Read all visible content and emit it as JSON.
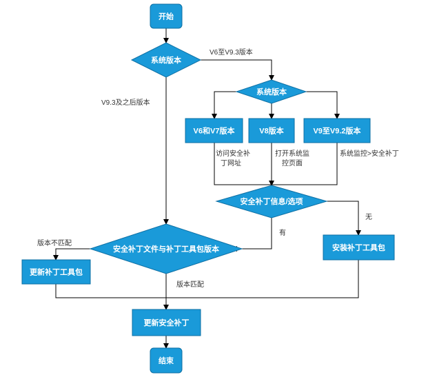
{
  "nodes": {
    "start": "开始",
    "version_check_1": "系统版本",
    "version_check_2": "系统版本",
    "v6_v7": "V6和V7版本",
    "v8": "V8版本",
    "v9_v92": "V9至V9.2版本",
    "security_patch_info": "安全补丁信息/选项",
    "version_compare": "安全补丁文件与补丁工具包版本",
    "update_patch_tool": "更新补丁工具包",
    "install_patch_tool": "安装补丁工具包",
    "update_patch": "更新安全补丁",
    "end": "结束"
  },
  "edge_labels": {
    "v6_to_v93": "V6至V9.3版本",
    "v93_and_later": "V9.3及之后版本",
    "v6v7_action_line1": "访问安全补",
    "v6v7_action_line2": "丁网址",
    "v8_action_line1": "打开系统监",
    "v8_action_line2": "控页面",
    "v9_action": "系统监控>安全补丁",
    "has": "有",
    "none": "无",
    "mismatch": "版本不匹配",
    "match": "版本匹配"
  },
  "colors": {
    "node_fill": "#1a9ad9",
    "node_stroke": "#0e6fa3",
    "edge": "#000000"
  }
}
